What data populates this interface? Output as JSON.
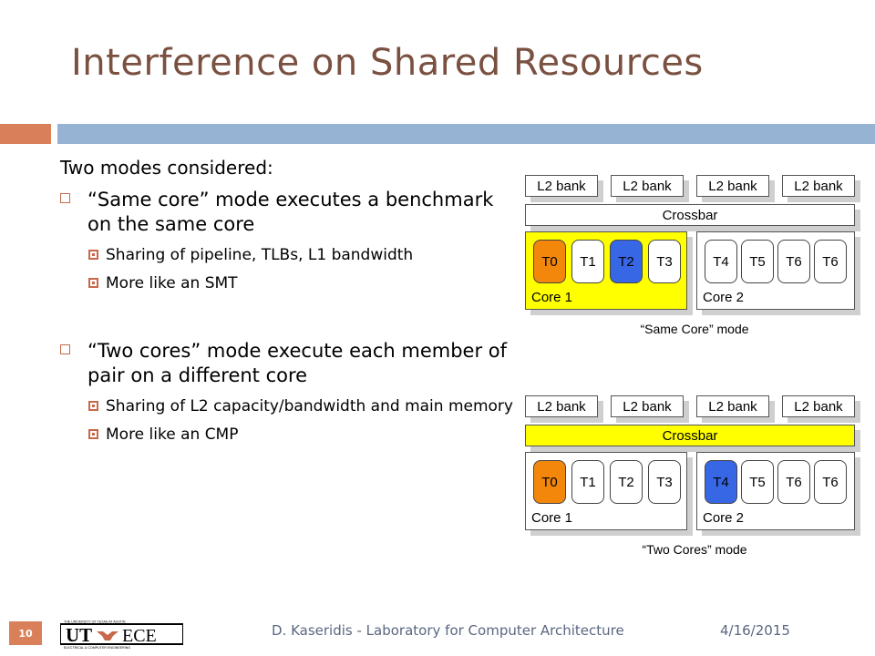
{
  "slide": {
    "title": "Interference on Shared Resources",
    "intro": "Two modes considered:",
    "bullets": [
      {
        "text": "“Same core” mode executes a benchmark on the same core",
        "sub": [
          " Sharing of pipeline, TLBs, L1 bandwidth",
          "More like an SMT"
        ]
      },
      {
        "text": "“Two cores” mode execute each member of pair on a different core",
        "sub": [
          "Sharing of L2 capacity/bandwidth and main memory",
          "More like an CMP"
        ]
      }
    ]
  },
  "diagram_same": {
    "banks": [
      "L2 bank",
      "L2 bank",
      "L2 bank",
      "L2 bank"
    ],
    "crossbar": "Crossbar",
    "core1_threads": [
      "T0",
      "T1",
      "T2",
      "T3"
    ],
    "core2_threads": [
      "T4",
      "T5",
      "T6",
      "T6"
    ],
    "core1_label": "Core 1",
    "core2_label": "Core 2",
    "caption": "“Same Core” mode"
  },
  "diagram_two": {
    "banks": [
      "L2 bank",
      "L2 bank",
      "L2 bank",
      "L2 bank"
    ],
    "crossbar": "Crossbar",
    "core1_threads": [
      "T0",
      "T1",
      "T2",
      "T3"
    ],
    "core2_threads": [
      "T4",
      "T5",
      "T6",
      "T6"
    ],
    "core1_label": "Core 1",
    "core2_label": "Core 2",
    "caption": "“Two Cores” mode"
  },
  "colors": {
    "title": "#7a5040",
    "accent_orange": "#d9805a",
    "accent_blue": "#97b3d3",
    "highlight_yellow": "#ffff00",
    "thread_orange": "#f2870c",
    "thread_blue": "#3867e6"
  },
  "footer": {
    "page_number": "10",
    "logo_text_ut": "UT",
    "logo_text_ece": "ECE",
    "logo_top": "THE UNIVERSITY OF TEXAS AT AUSTIN",
    "logo_bottom": "ELECTRICAL & COMPUTER ENGINEERING",
    "author": "D. Kaseridis - Laboratory for Computer Architecture",
    "date": "4/16/2015"
  }
}
